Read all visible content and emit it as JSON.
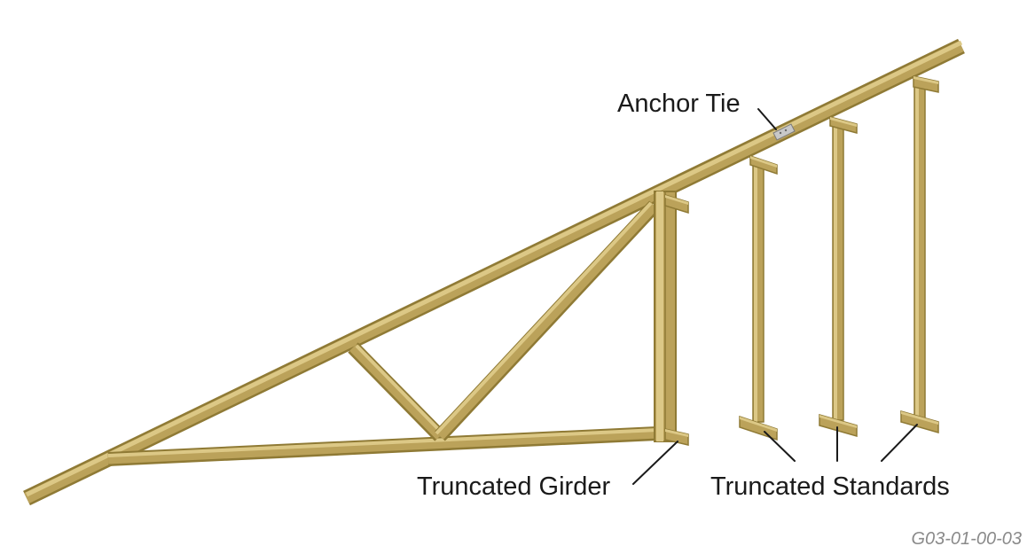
{
  "labels": {
    "anchor_tie": "Anchor Tie",
    "truncated_girder": "Truncated Girder",
    "truncated_standards": "Truncated Standards"
  },
  "figure_code": "G03-01-00-03",
  "colors": {
    "background": "#ffffff",
    "timber_light": "#dcc886",
    "timber_mid": "#bba25a",
    "timber_dark": "#8f7a35",
    "leader_line": "#1a1a1a",
    "label_text": "#1a1a1a",
    "figure_code_text": "#8a8a8a",
    "anchor_tie_metal": "#c8c8c8"
  }
}
